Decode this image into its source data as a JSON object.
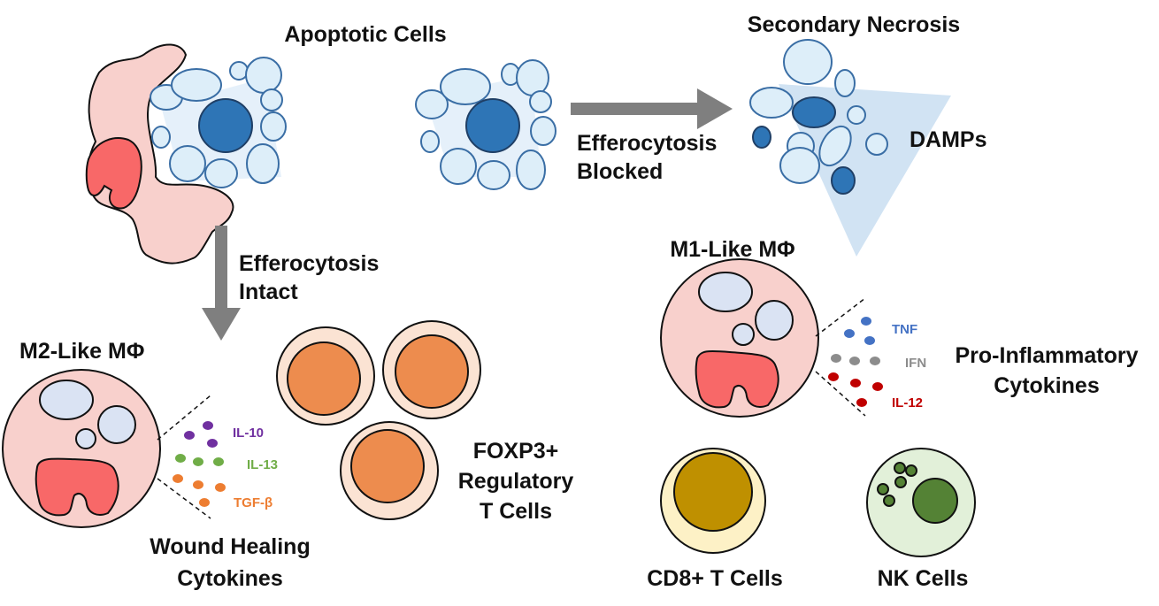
{
  "labels": {
    "apoptotic_cells": "Apoptotic Cells",
    "secondary_necrosis": "Secondary Necrosis",
    "efferocytosis_blocked_1": "Efferocytosis",
    "efferocytosis_blocked_2": "Blocked",
    "damps": "DAMPs",
    "efferocytosis_intact_1": "Efferocytosis",
    "efferocytosis_intact_2": "Intact",
    "m1_macrophage": "M1-Like MΦ",
    "m2_macrophage": "M2-Like MΦ",
    "pro_inflammatory_1": "Pro-Inflammatory",
    "pro_inflammatory_2": "Cytokines",
    "wound_healing_1": "Wound Healing",
    "wound_healing_2": "Cytokines",
    "foxp3_1": "FOXP3+",
    "foxp3_2": "Regulatory",
    "foxp3_3": "T Cells",
    "cd8_t_cells": "CD8+ T Cells",
    "nk_cells": "NK Cells"
  },
  "m1_cytokines": [
    {
      "name": "TNF",
      "color": "#4472c4"
    },
    {
      "name": "IFN",
      "color": "#8c8c8c"
    },
    {
      "name": "IL-12",
      "color": "#c00000"
    }
  ],
  "m2_cytokines": [
    {
      "name": "IL-10",
      "color": "#7030a0"
    },
    {
      "name": "IL-13",
      "color": "#70ad47"
    },
    {
      "name": "TGF-β",
      "color": "#ed7d31"
    }
  ],
  "colors": {
    "arrow": "#7f7f7f",
    "nucleus_blue": "#2e75b6",
    "bleb_fill": "#ddeef9",
    "bleb_stroke": "#3a6ea5",
    "macrophage_fill": "#f8d0cc",
    "macrophage_nucleus": "#f86868",
    "vacuole": "#dae3f3",
    "treg_fill": "#fbe3d3",
    "treg_nucleus": "#ed8c4e",
    "cd8_fill": "#fdf1c6",
    "cd8_nucleus": "#bf9000",
    "nk_fill": "#e2f0d9",
    "nk_nucleus": "#548235",
    "damps_cone": "#bdd7ee"
  }
}
